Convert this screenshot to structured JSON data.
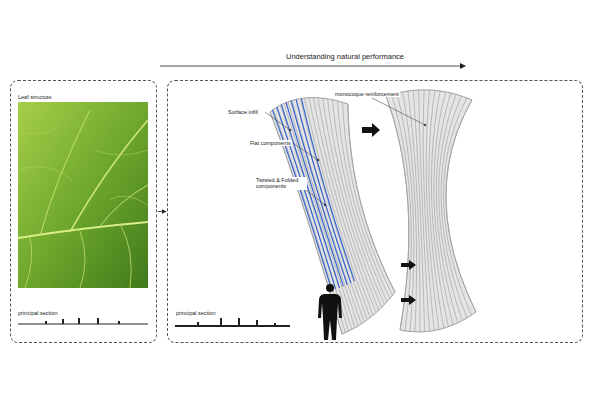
{
  "diagram": {
    "title": "Understanding natural performance",
    "nodes": [
      {
        "text": [
          "Leaf structure",
          "principal section"
        ]
      },
      {
        "text": [
          "monocoque reinforcement",
          "Surface infill",
          "Flat components",
          "Twisted & Folded components",
          "principal section"
        ]
      }
    ],
    "edges": [
      {
        "from": 0,
        "to": 1,
        "arrow": "to"
      }
    ]
  }
}
